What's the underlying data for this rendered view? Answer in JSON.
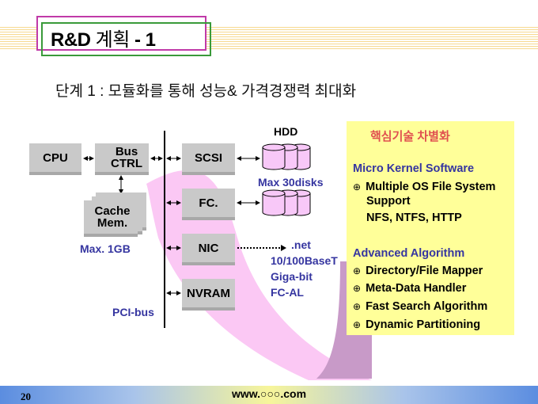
{
  "title": {
    "prefix": "R&D",
    "korean": "계획",
    "suffix": "- 1"
  },
  "subtitle": "단계 1 : 모듈화를 통해 성능& 가격경쟁력 최대화",
  "diagram": {
    "cpu": "CPU",
    "bus_ctrl": "Bus CTRL",
    "cache": "Cache Mem.",
    "cache_note": "Max. 1GB",
    "scsi": "SCSI",
    "fc": "FC.",
    "nic": "NIC",
    "nvram": "NVRAM",
    "bus_label": "PCI-bus",
    "hdd_label": "HDD",
    "hdd_note": "Max 30disks",
    "net": [
      ".net",
      "10/100BaseT",
      "Giga-bit",
      "FC-AL"
    ]
  },
  "panel": {
    "heading": "핵심기술 차별화",
    "section1": "Micro Kernel Software",
    "s1_items": [
      "Multiple OS File System",
      "Support",
      "NFS, NTFS, HTTP"
    ],
    "section2": "Advanced Algorithm",
    "s2_items": [
      "Directory/File Mapper",
      "Meta-Data Handler",
      "Fast Search Algorithm",
      "Dynamic Partitioning"
    ],
    "bullet": "⊕"
  },
  "footer": {
    "page": "20",
    "url": "www.○○○.com"
  }
}
